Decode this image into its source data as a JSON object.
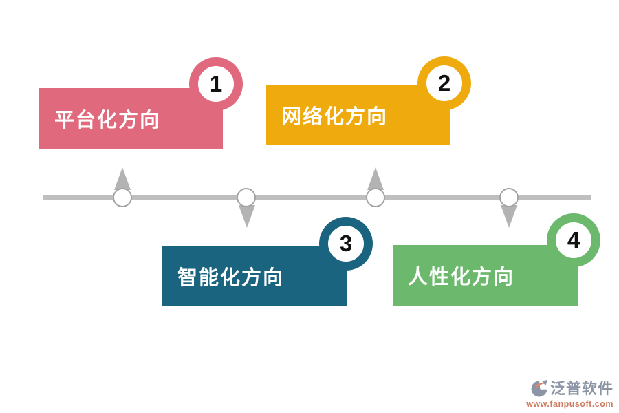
{
  "colors": {
    "pink": "#e0697d",
    "amber": "#efaa0d",
    "teal": "#1a647f",
    "green": "#6cb96e",
    "line_gray": "#bfbfbf",
    "arrow_gray": "#b3b3b3",
    "node_border": "#a3a3a3",
    "number_color": "#111111",
    "logo_slate": "#8c95a6",
    "logo_url_color": "#cc7c60"
  },
  "items": [
    {
      "number": "1",
      "label": "平台化方向",
      "color": "#e0697d",
      "row": "top"
    },
    {
      "number": "2",
      "label": "网络化方向",
      "color": "#efaa0d",
      "row": "top"
    },
    {
      "number": "3",
      "label": "智能化方向",
      "color": "#1a647f",
      "row": "bottom"
    },
    {
      "number": "4",
      "label": "人性化方向",
      "color": "#6cb96e",
      "row": "bottom"
    }
  ],
  "watermark": {
    "brand": "泛普软件",
    "url": "www.fanpusoft.com"
  }
}
